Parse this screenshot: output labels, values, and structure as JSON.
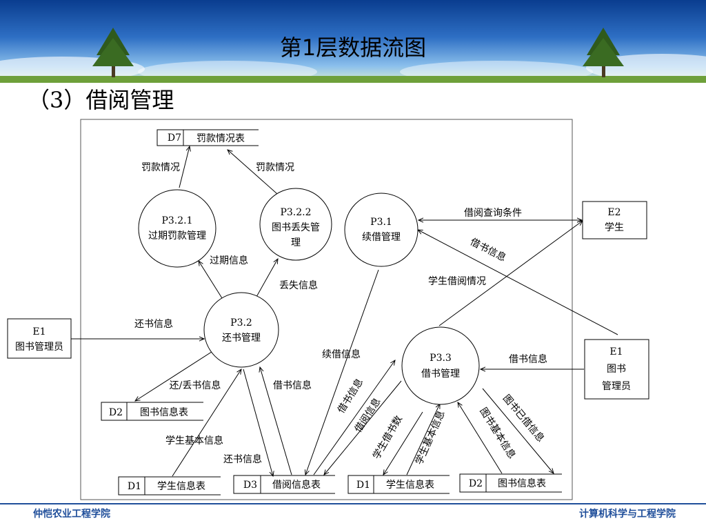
{
  "title": "第1层数据流图",
  "subtitle": "（3）借阅管理",
  "footer": {
    "left": "仲恺农业工程学院",
    "right": "计算机科学与工程学院"
  },
  "colors": {
    "sky_top": "#0a3d8f",
    "sky_mid": "#5f9fdc",
    "footer_text": "#1f4e9a",
    "line": "#000000"
  },
  "diagram": {
    "processes": [
      {
        "id": "p3_2_1",
        "lines": [
          "P3.2.1",
          "过期罚款管理"
        ]
      },
      {
        "id": "p3_2_2",
        "lines": [
          "P3.2.2",
          "图书丢失管",
          "理"
        ]
      },
      {
        "id": "p3_1",
        "lines": [
          "P3.1",
          "续借管理"
        ]
      },
      {
        "id": "p3_2",
        "lines": [
          "P3.2",
          "还书管理"
        ]
      },
      {
        "id": "p3_3",
        "lines": [
          "P3.3",
          "借书管理"
        ]
      }
    ],
    "stores": [
      {
        "id": "d7",
        "code": "D7",
        "name": "罚款情况表"
      },
      {
        "id": "d2a",
        "code": "D2",
        "name": "图书信息表"
      },
      {
        "id": "d1a",
        "code": "D1",
        "name": "学生信息表"
      },
      {
        "id": "d3",
        "code": "D3",
        "name": "借阅信息表"
      },
      {
        "id": "d1b",
        "code": "D1",
        "name": "学生信息表"
      },
      {
        "id": "d2b",
        "code": "D2",
        "name": "图书信息表"
      }
    ],
    "externals": [
      {
        "id": "e1_left",
        "lines": [
          "E1",
          "图书管理员"
        ]
      },
      {
        "id": "e2",
        "lines": [
          "E2",
          "学生"
        ]
      },
      {
        "id": "e1_right",
        "lines": [
          "E1",
          "图书",
          "管理员"
        ]
      }
    ],
    "flows": [
      {
        "id": "f1",
        "label": "罚款情况"
      },
      {
        "id": "f2",
        "label": "罚款情况"
      },
      {
        "id": "f3",
        "label": "过期信息"
      },
      {
        "id": "f4",
        "label": "丢失信息"
      },
      {
        "id": "f5",
        "label": "借阅查询条件"
      },
      {
        "id": "f6",
        "label": "借书信息"
      },
      {
        "id": "f7",
        "label": "学生借阅情况"
      },
      {
        "id": "f8",
        "label": "还书信息"
      },
      {
        "id": "f9",
        "label": "续借信息"
      },
      {
        "id": "f10",
        "label": "借书信息"
      },
      {
        "id": "f11",
        "label": "还/丢书信息"
      },
      {
        "id": "f12",
        "label": "借书信息"
      },
      {
        "id": "f13",
        "label": "借书信息"
      },
      {
        "id": "f14",
        "label": "借阅信息"
      },
      {
        "id": "f15",
        "label": "学生借书数"
      },
      {
        "id": "f16",
        "label": "学生基本信息"
      },
      {
        "id": "f17",
        "label": "图书基本信息"
      },
      {
        "id": "f18",
        "label": "图书已借信息"
      },
      {
        "id": "f19",
        "label": "学生基本信息"
      },
      {
        "id": "f20",
        "label": "还书信息"
      }
    ]
  }
}
